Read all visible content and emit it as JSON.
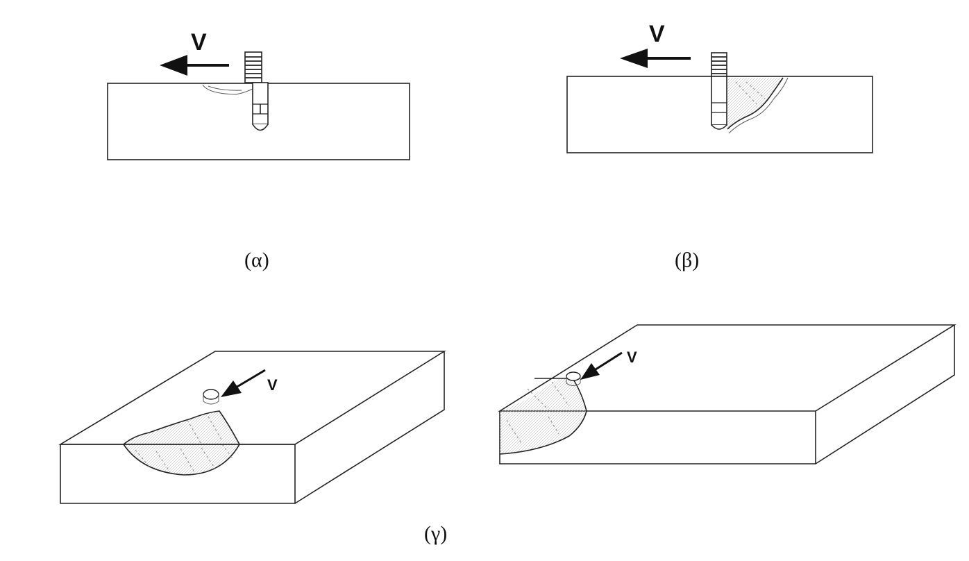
{
  "panels": {
    "a": {
      "velocity_label": "V",
      "caption": "(α)"
    },
    "b": {
      "velocity_label": "V",
      "caption": "(β)"
    },
    "g_left": {
      "velocity_label": "V"
    },
    "g_right": {
      "velocity_label": "V"
    },
    "g_caption": "(γ)"
  }
}
